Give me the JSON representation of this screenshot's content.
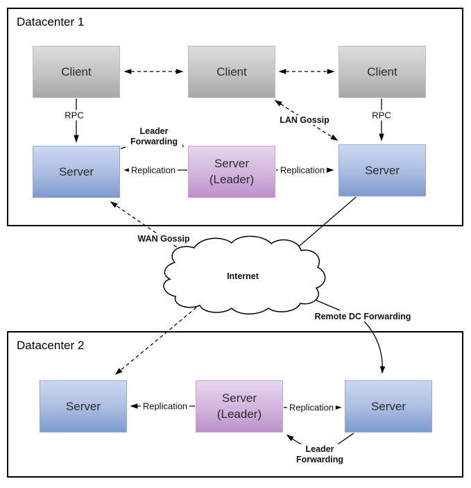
{
  "datacenters": {
    "dc1": {
      "title": "Datacenter 1"
    },
    "dc2": {
      "title": "Datacenter 2"
    }
  },
  "nodes": {
    "client": "Client",
    "server": "Server",
    "leader_line1": "Server",
    "leader_line2": "(Leader)"
  },
  "edge_labels": {
    "rpc": "RPC",
    "replication": "Replication",
    "leader_forwarding": "Leader Forwarding",
    "lan_gossip": "LAN Gossip",
    "wan_gossip": "WAN Gossip",
    "remote_dc_forwarding": "Remote DC Forwarding",
    "internet": "Internet"
  },
  "colors": {
    "client_gradient_top": "#dcdcdc",
    "client_gradient_bottom": "#a6a6a6",
    "server_gradient_top": "#ccd8f0",
    "server_gradient_bottom": "#7d9ace",
    "leader_gradient_top": "#e6d7ec",
    "leader_gradient_bottom": "#bc90cc",
    "line": "#000000",
    "background": "#ffffff"
  }
}
